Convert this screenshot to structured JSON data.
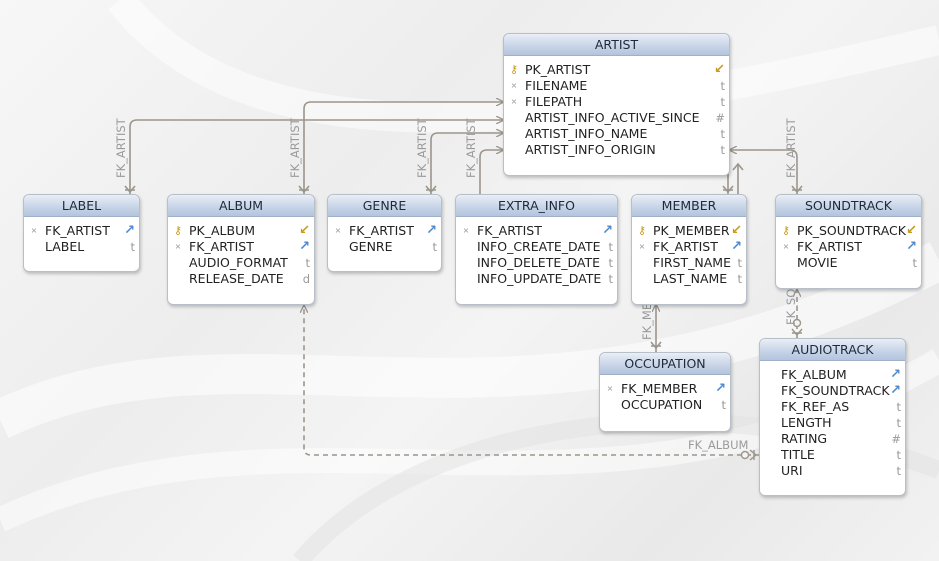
{
  "entities": [
    {
      "id": "artist",
      "name": "ARTIST",
      "columns": [
        {
          "name": "PK_ARTIST",
          "mark": "key",
          "type": "pk-icon"
        },
        {
          "name": "FILENAME",
          "mark": "null",
          "type": "t"
        },
        {
          "name": "FILEPATH",
          "mark": "null",
          "type": "t"
        },
        {
          "name": "ARTIST_INFO_ACTIVE_SINCE",
          "mark": "",
          "type": "#"
        },
        {
          "name": "ARTIST_INFO_NAME",
          "mark": "",
          "type": "t"
        },
        {
          "name": "ARTIST_INFO_ORIGIN",
          "mark": "",
          "type": "t"
        }
      ]
    },
    {
      "id": "label",
      "name": "LABEL",
      "columns": [
        {
          "name": "FK_ARTIST",
          "mark": "null",
          "type": "fk-icon"
        },
        {
          "name": "LABEL",
          "mark": "",
          "type": "t"
        }
      ]
    },
    {
      "id": "album",
      "name": "ALBUM",
      "columns": [
        {
          "name": "PK_ALBUM",
          "mark": "key",
          "type": "pk-icon"
        },
        {
          "name": "FK_ARTIST",
          "mark": "null",
          "type": "fk-icon"
        },
        {
          "name": "AUDIO_FORMAT",
          "mark": "",
          "type": "t"
        },
        {
          "name": "RELEASE_DATE",
          "mark": "",
          "type": "d"
        }
      ]
    },
    {
      "id": "genre",
      "name": "GENRE",
      "columns": [
        {
          "name": "FK_ARTIST",
          "mark": "null",
          "type": "fk-icon"
        },
        {
          "name": "GENRE",
          "mark": "",
          "type": "t"
        }
      ]
    },
    {
      "id": "extra_info",
      "name": "EXTRA_INFO",
      "columns": [
        {
          "name": "FK_ARTIST",
          "mark": "null",
          "type": "fk-icon"
        },
        {
          "name": "INFO_CREATE_DATE",
          "mark": "",
          "type": "t"
        },
        {
          "name": "INFO_DELETE_DATE",
          "mark": "",
          "type": "t"
        },
        {
          "name": "INFO_UPDATE_DATE",
          "mark": "",
          "type": "t"
        }
      ]
    },
    {
      "id": "member",
      "name": "MEMBER",
      "columns": [
        {
          "name": "PK_MEMBER",
          "mark": "key",
          "type": "pk-icon"
        },
        {
          "name": "FK_ARTIST",
          "mark": "null",
          "type": "fk-icon"
        },
        {
          "name": "FIRST_NAME",
          "mark": "",
          "type": "t"
        },
        {
          "name": "LAST_NAME",
          "mark": "",
          "type": "t"
        }
      ]
    },
    {
      "id": "soundtrack",
      "name": "SOUNDTRACK",
      "columns": [
        {
          "name": "PK_SOUNDTRACK",
          "mark": "key",
          "type": "pk-icon"
        },
        {
          "name": "FK_ARTIST",
          "mark": "null",
          "type": "fk-icon"
        },
        {
          "name": "MOVIE",
          "mark": "",
          "type": "t"
        }
      ]
    },
    {
      "id": "occupation",
      "name": "OCCUPATION",
      "columns": [
        {
          "name": "FK_MEMBER",
          "mark": "null",
          "type": "fk-icon"
        },
        {
          "name": "OCCUPATION",
          "mark": "",
          "type": "t"
        }
      ]
    },
    {
      "id": "audiotrack",
      "name": "AUDIOTRACK",
      "columns": [
        {
          "name": "FK_ALBUM",
          "mark": "",
          "type": "fk-icon"
        },
        {
          "name": "FK_SOUNDTRACK",
          "mark": "",
          "type": "fk-icon"
        },
        {
          "name": "FK_REF_AS",
          "mark": "",
          "type": "t"
        },
        {
          "name": "LENGTH",
          "mark": "",
          "type": "t"
        },
        {
          "name": "RATING",
          "mark": "",
          "type": "#"
        },
        {
          "name": "TITLE",
          "mark": "",
          "type": "t"
        },
        {
          "name": "URI",
          "mark": "",
          "type": "t"
        }
      ]
    }
  ],
  "relationships": [
    {
      "id": "label-artist",
      "label": "FK_ARTIST"
    },
    {
      "id": "album-artist",
      "label": "FK_ARTIST"
    },
    {
      "id": "genre-artist",
      "label": "FK_ARTIST"
    },
    {
      "id": "extra-artist",
      "label": "FK_ARTIST"
    },
    {
      "id": "soundtrack-artist",
      "label": "FK_ARTIST"
    },
    {
      "id": "occupation-member",
      "label": "FK_ME"
    },
    {
      "id": "audiotrack-soundtrack",
      "label": "FK_SO"
    },
    {
      "id": "audiotrack-album",
      "label": "FK_ALBUM"
    }
  ],
  "colors": {
    "connector": "#9b958c",
    "fk_icon": "#4f8ad0",
    "pk_icon": "#c79a18",
    "header": "#c9d5e8"
  }
}
